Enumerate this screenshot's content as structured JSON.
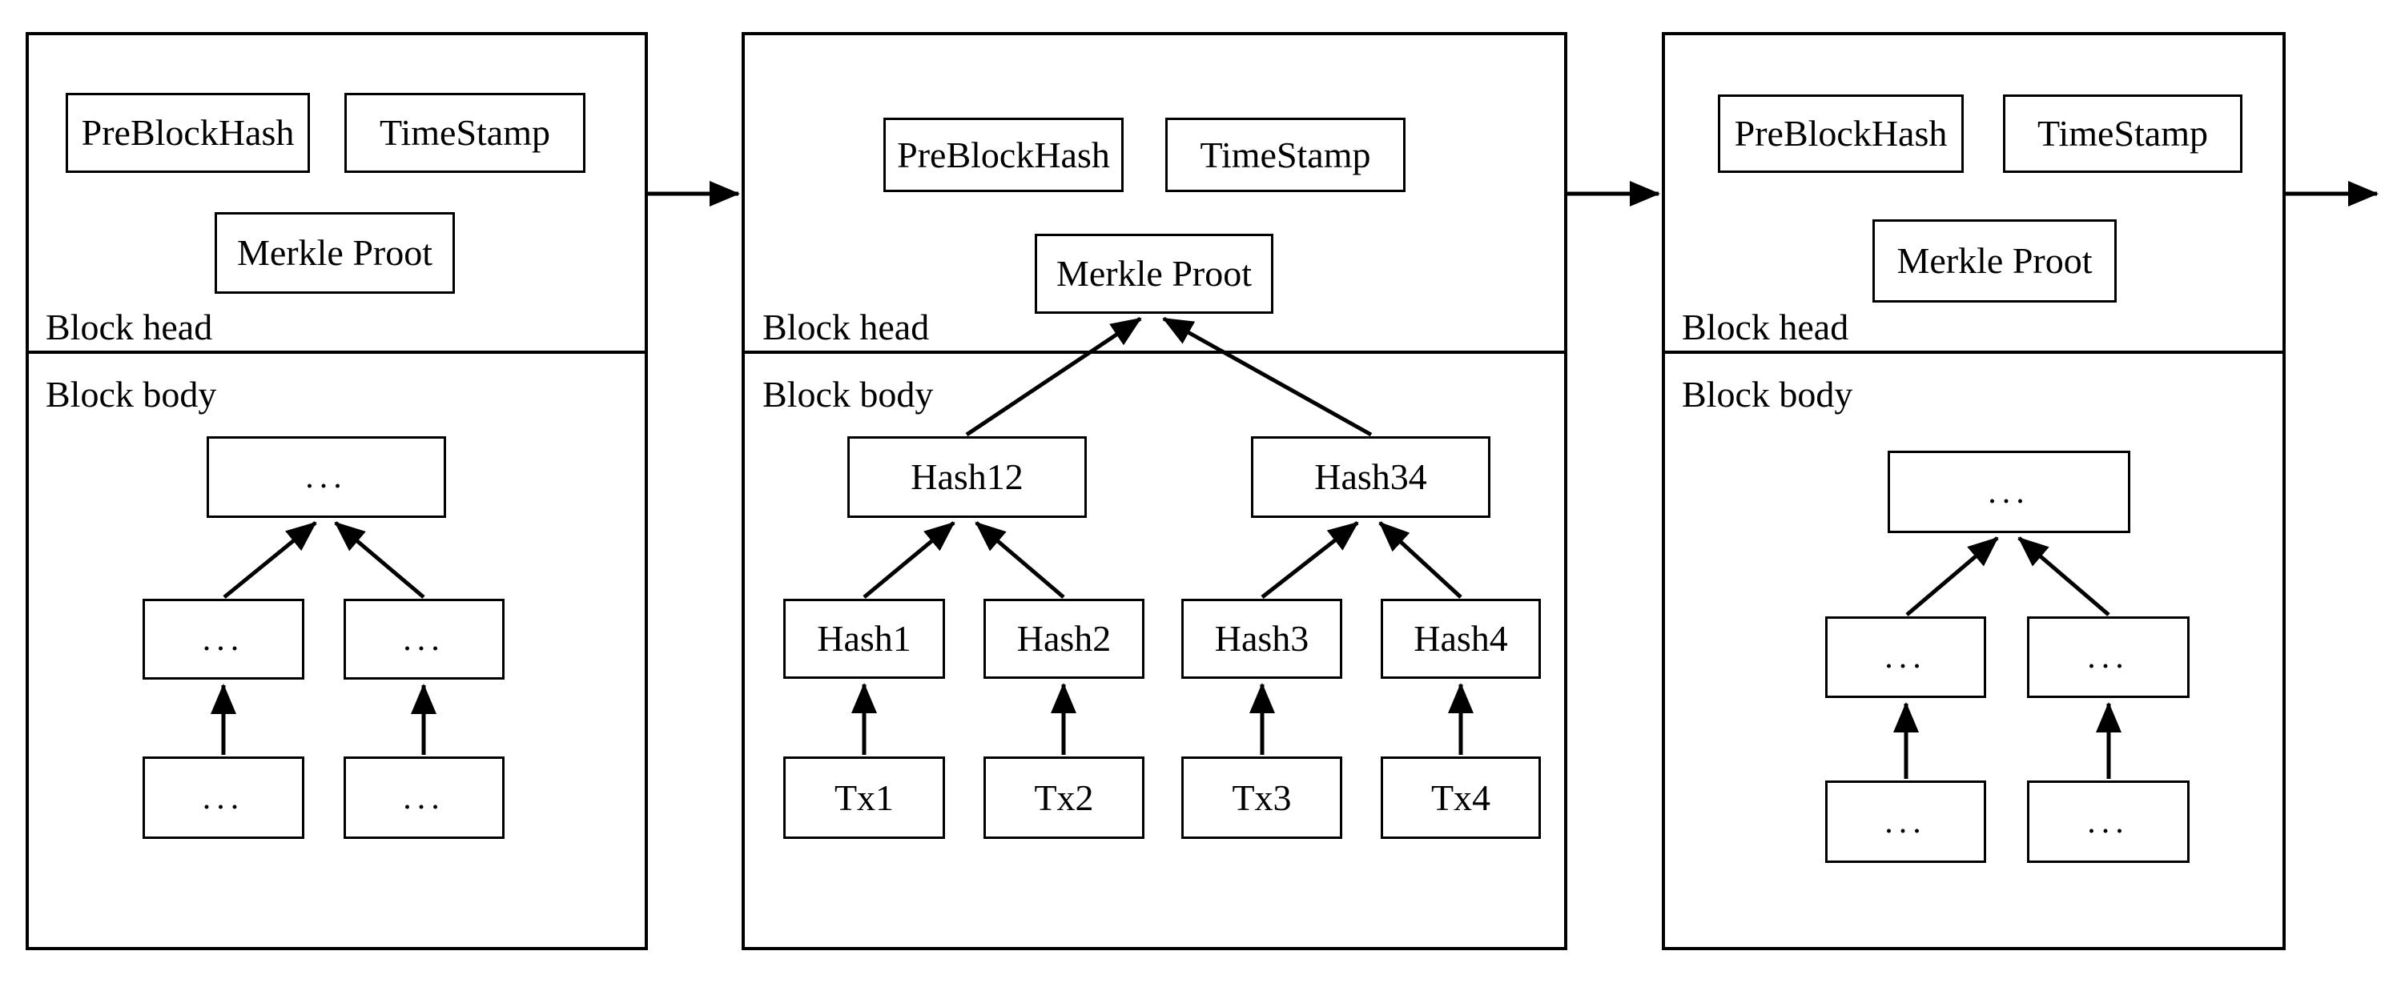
{
  "colors": {
    "background": "#ffffff",
    "line": "#000000"
  },
  "blocks": [
    {
      "head_label": "Block head",
      "body_label": "Block body",
      "head_fields": {
        "pre_block_hash": "PreBlockHash",
        "time_stamp": "TimeStamp",
        "merkle_root": "Merkle Proot"
      },
      "merkle_tree": {
        "root": "...",
        "node_left": "...",
        "node_right": "...",
        "leaf_left": "...",
        "leaf_right": "..."
      }
    },
    {
      "head_label": "Block head",
      "body_label": "Block body",
      "head_fields": {
        "pre_block_hash": "PreBlockHash",
        "time_stamp": "TimeStamp",
        "merkle_root": "Merkle Proot"
      },
      "merkle_tree": {
        "node_left": "Hash12",
        "node_right": "Hash34",
        "leaf_hashes": [
          "Hash1",
          "Hash2",
          "Hash3",
          "Hash4"
        ],
        "transactions": [
          "Tx1",
          "Tx2",
          "Tx3",
          "Tx4"
        ]
      }
    },
    {
      "head_label": "Block head",
      "body_label": "Block body",
      "head_fields": {
        "pre_block_hash": "PreBlockHash",
        "time_stamp": "TimeStamp",
        "merkle_root": "Merkle Proot"
      },
      "merkle_tree": {
        "root": "...",
        "node_left": "...",
        "node_right": "...",
        "leaf_left": "...",
        "leaf_right": "..."
      }
    }
  ]
}
